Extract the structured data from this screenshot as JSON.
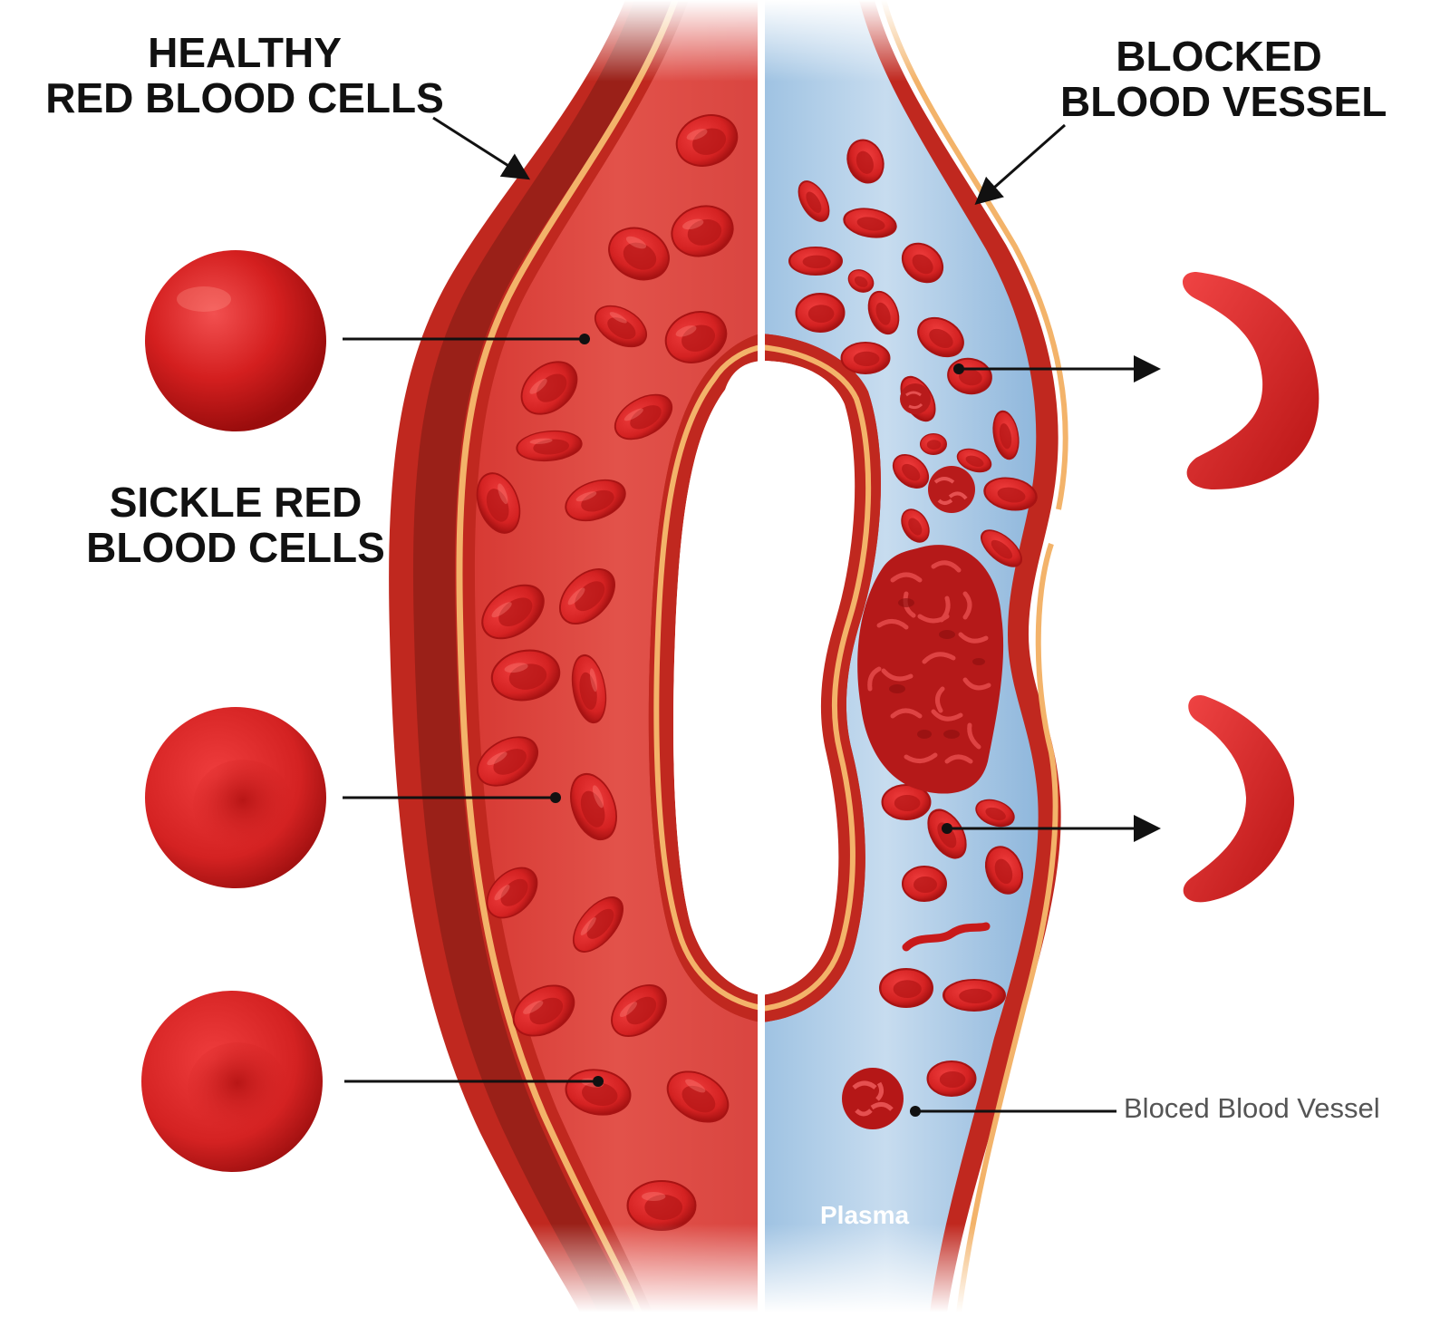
{
  "labels": {
    "healthy_line1": "HEALTHY",
    "healthy_line2": "RED BLOOD CELLS",
    "sickle_line1": "SICKLE RED",
    "sickle_line2": "BLOOD CELLS",
    "blocked_line1": "BLOCKED",
    "blocked_line2": "BLOOD VESSEL",
    "bloced_vessel": "Bloced Blood Vessel",
    "plasma": "Plasma"
  },
  "colors": {
    "blood_red": "#d42424",
    "dark_red": "#a01212",
    "vessel_wall": "#c62828",
    "wall_stripe": "#f3b36a",
    "plasma_blue": "#b8d4ea",
    "text_dark": "#111111",
    "text_grey": "#555555"
  }
}
